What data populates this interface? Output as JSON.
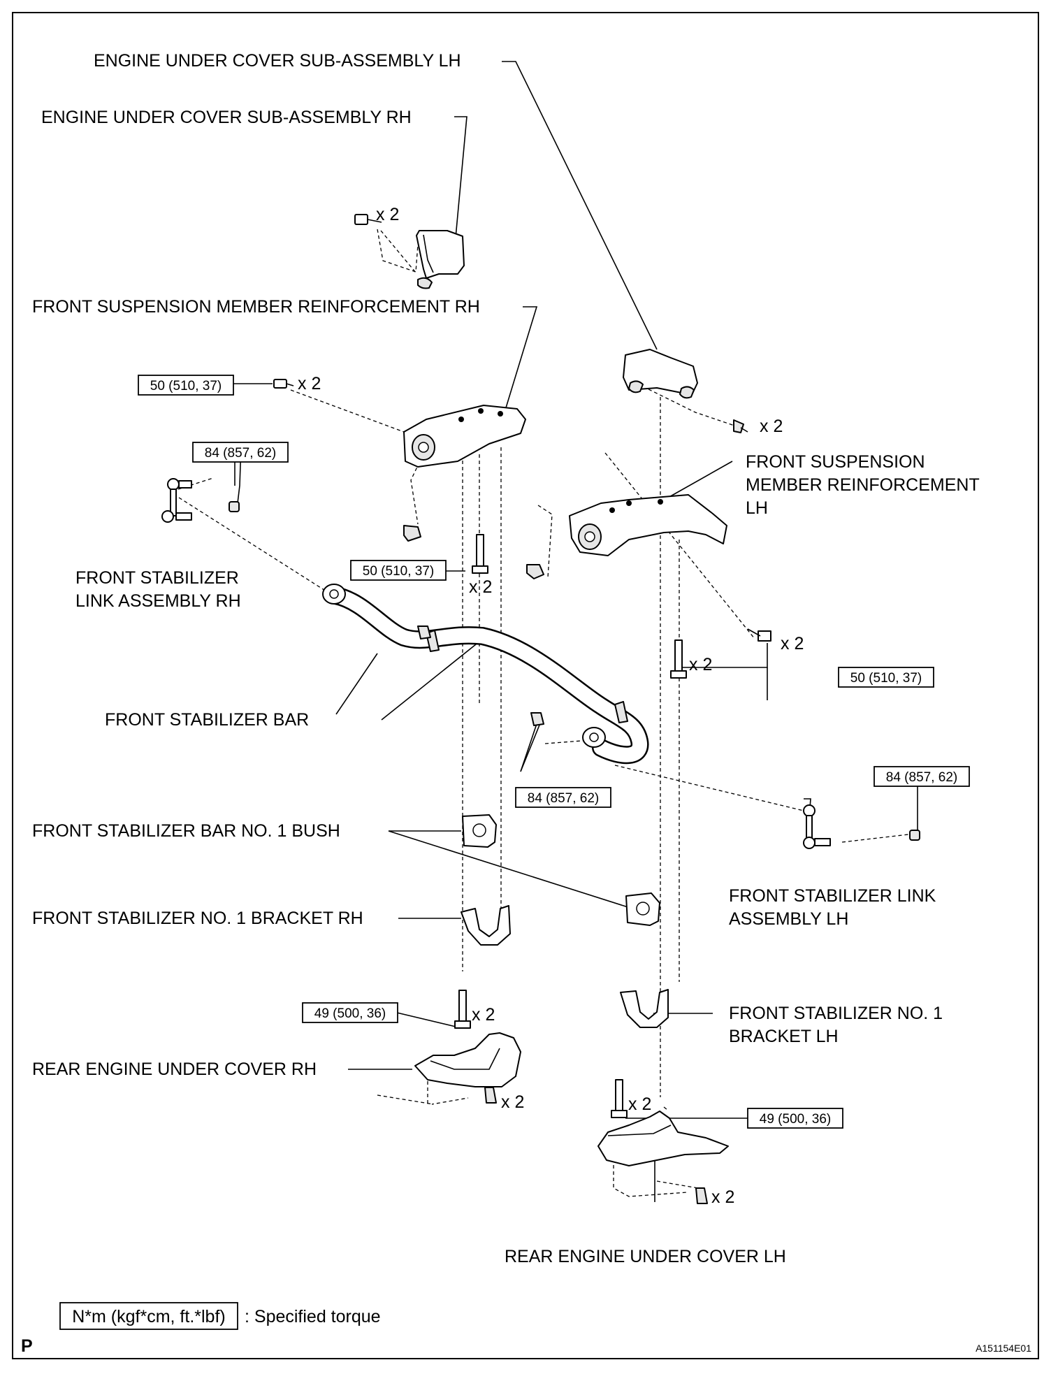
{
  "labels": {
    "engine_under_cover_lh": "ENGINE UNDER COVER SUB-ASSEMBLY LH",
    "engine_under_cover_rh": "ENGINE UNDER COVER SUB-ASSEMBLY RH",
    "front_susp_member_reinf_rh": "FRONT SUSPENSION MEMBER REINFORCEMENT RH",
    "front_susp_member_reinf_lh_line1": "FRONT SUSPENSION",
    "front_susp_member_reinf_lh_line2": "MEMBER REINFORCEMENT",
    "front_susp_member_reinf_lh_line3": "LH",
    "stab_link_rh_line1": "FRONT STABILIZER",
    "stab_link_rh_line2": "LINK ASSEMBLY RH",
    "stab_bar": "FRONT STABILIZER BAR",
    "stab_bush": "FRONT STABILIZER BAR NO. 1 BUSH",
    "stab_bracket_rh": "FRONT STABILIZER NO. 1 BRACKET RH",
    "stab_link_lh_line1": "FRONT STABILIZER LINK",
    "stab_link_lh_line2": "ASSEMBLY LH",
    "stab_bracket_lh_line1": "FRONT STABILIZER NO. 1",
    "stab_bracket_lh_line2": "BRACKET LH",
    "rear_under_cover_rh": "REAR ENGINE UNDER COVER RH",
    "rear_under_cover_lh": "REAR ENGINE UNDER COVER LH"
  },
  "quantities": {
    "x2": "x 2"
  },
  "torques": {
    "reinf_rh_bolt": "50 (510, 37)",
    "link_rh_nut": "84 (857, 62)",
    "reinf_rh_vertical": "50 (510, 37)",
    "reinf_lh_bolts": "50 (510, 37)",
    "bar_nuts": "84 (857, 62)",
    "link_lh_nut": "84 (857, 62)",
    "bracket_rh_bolt": "49 (500, 36)",
    "bracket_lh_bolt": "49 (500, 36)"
  },
  "legend": {
    "unit_box": "N*m (kgf*cm, ft.*lbf)",
    "text": ": Specified torque"
  },
  "footer": {
    "page_letter": "P",
    "figure_id": "A151154E01"
  }
}
